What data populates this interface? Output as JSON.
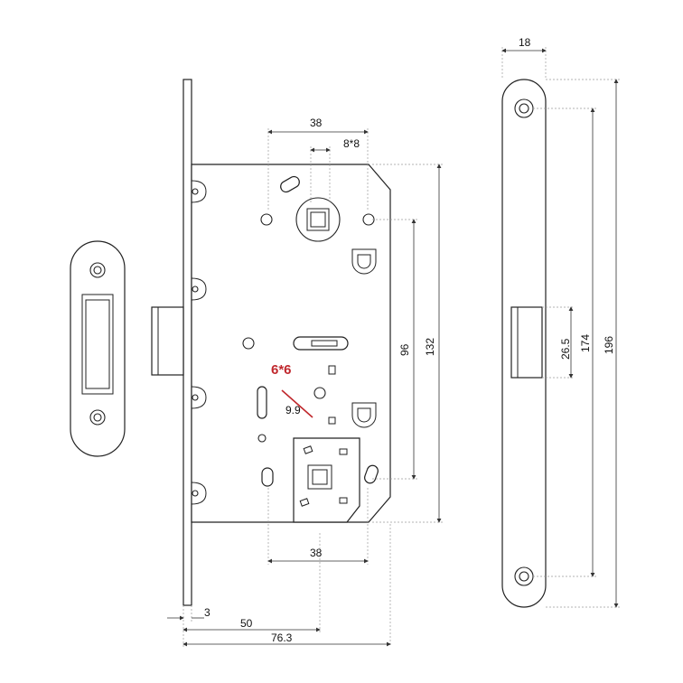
{
  "dimensions": {
    "strike_plate_width": "18",
    "backset_top": "38",
    "spindle_square": "8*8",
    "thumbturn_square": "6*6",
    "offset_9_9": "9.9",
    "backset_bottom": "38",
    "faceplate_thickness": "3",
    "backset_50": "50",
    "depth_76_3": "76.3",
    "distance_96": "96",
    "height_132": "132",
    "latch_opening_26_5": "26.5",
    "hole_spacing_174": "174",
    "plate_length_196": "196"
  },
  "colors": {
    "line": "#222222",
    "dimension_line": "#333333",
    "extension_line": "#9a9a9a",
    "highlight": "#c0282d"
  }
}
